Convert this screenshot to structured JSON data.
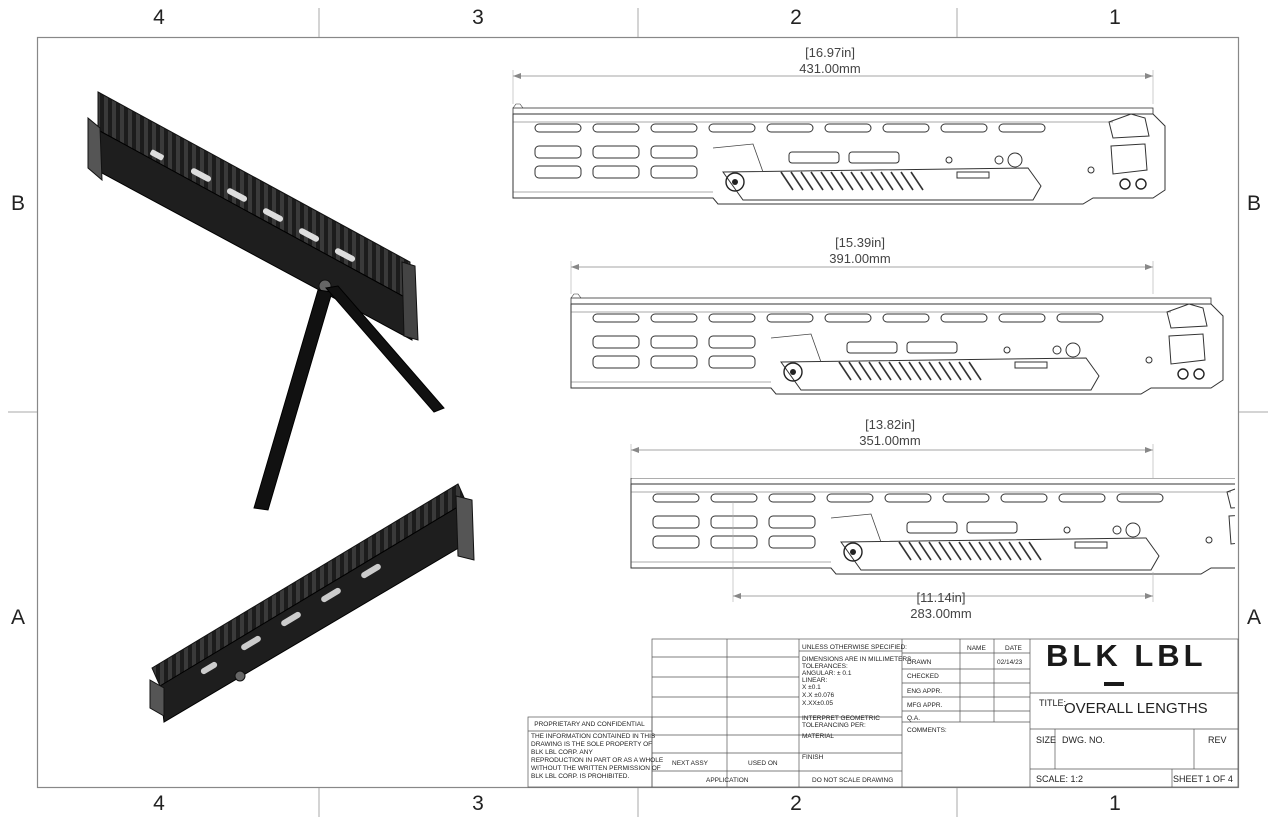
{
  "zones": {
    "columns": [
      "4",
      "3",
      "2",
      "1"
    ],
    "rows": [
      "B",
      "A"
    ]
  },
  "dimensions": {
    "overall_1": {
      "inches": "[16.97in]",
      "mm": "431.00mm"
    },
    "overall_2": {
      "inches": "[15.39in]",
      "mm": "391.00mm"
    },
    "overall_3": {
      "inches": "[13.82in]",
      "mm": "351.00mm"
    },
    "overall_4": {
      "inches": "[11.14in]",
      "mm": "283.00mm"
    }
  },
  "title_block": {
    "logo": "BLK LBL",
    "title_label": "TITLE:",
    "title": "OVERALL LENGTHS",
    "size_label": "SIZE",
    "dwg_no_label": "DWG.  NO.",
    "rev_label": "REV",
    "scale": "SCALE: 1:2",
    "sheet": "SHEET 1 OF 4",
    "name_header": "NAME",
    "date_header": "DATE",
    "drawn": "DRAWN",
    "drawn_date": "02/14/23",
    "checked": "CHECKED",
    "eng_appr": "ENG APPR.",
    "mfg_appr": "MFG APPR.",
    "qa": "Q.A.",
    "comments": "COMMENTS:",
    "unless_specified": "UNLESS OTHERWISE SPECIFIED:",
    "tolerances_lines": [
      "DIMENSIONS ARE IN MILLIMETERS",
      "TOLERANCES:",
      "ANGULAR: ±    0.1",
      "LINEAR:",
      "X      ±0.1",
      "X.X   ±0.076",
      "X.XX±0.05"
    ],
    "interpret_lines": [
      "INTERPRET GEOMETRIC",
      "TOLERANCING PER:"
    ],
    "material": "MATERIAL",
    "finish": "FINISH",
    "do_not_scale": "DO NOT SCALE DRAWING",
    "next_assy": "NEXT ASSY",
    "used_on": "USED ON",
    "application": "APPLICATION",
    "proprietary_title": "PROPRIETARY AND CONFIDENTIAL",
    "proprietary_lines": [
      "THE INFORMATION CONTAINED IN THIS",
      "DRAWING IS THE SOLE PROPERTY OF",
      "BLK LBL CORP.  ANY",
      "REPRODUCTION IN PART OR AS A WHOLE",
      "WITHOUT THE WRITTEN PERMISSION OF",
      "BLK LBL CORP.  IS PROHIBITED."
    ]
  }
}
